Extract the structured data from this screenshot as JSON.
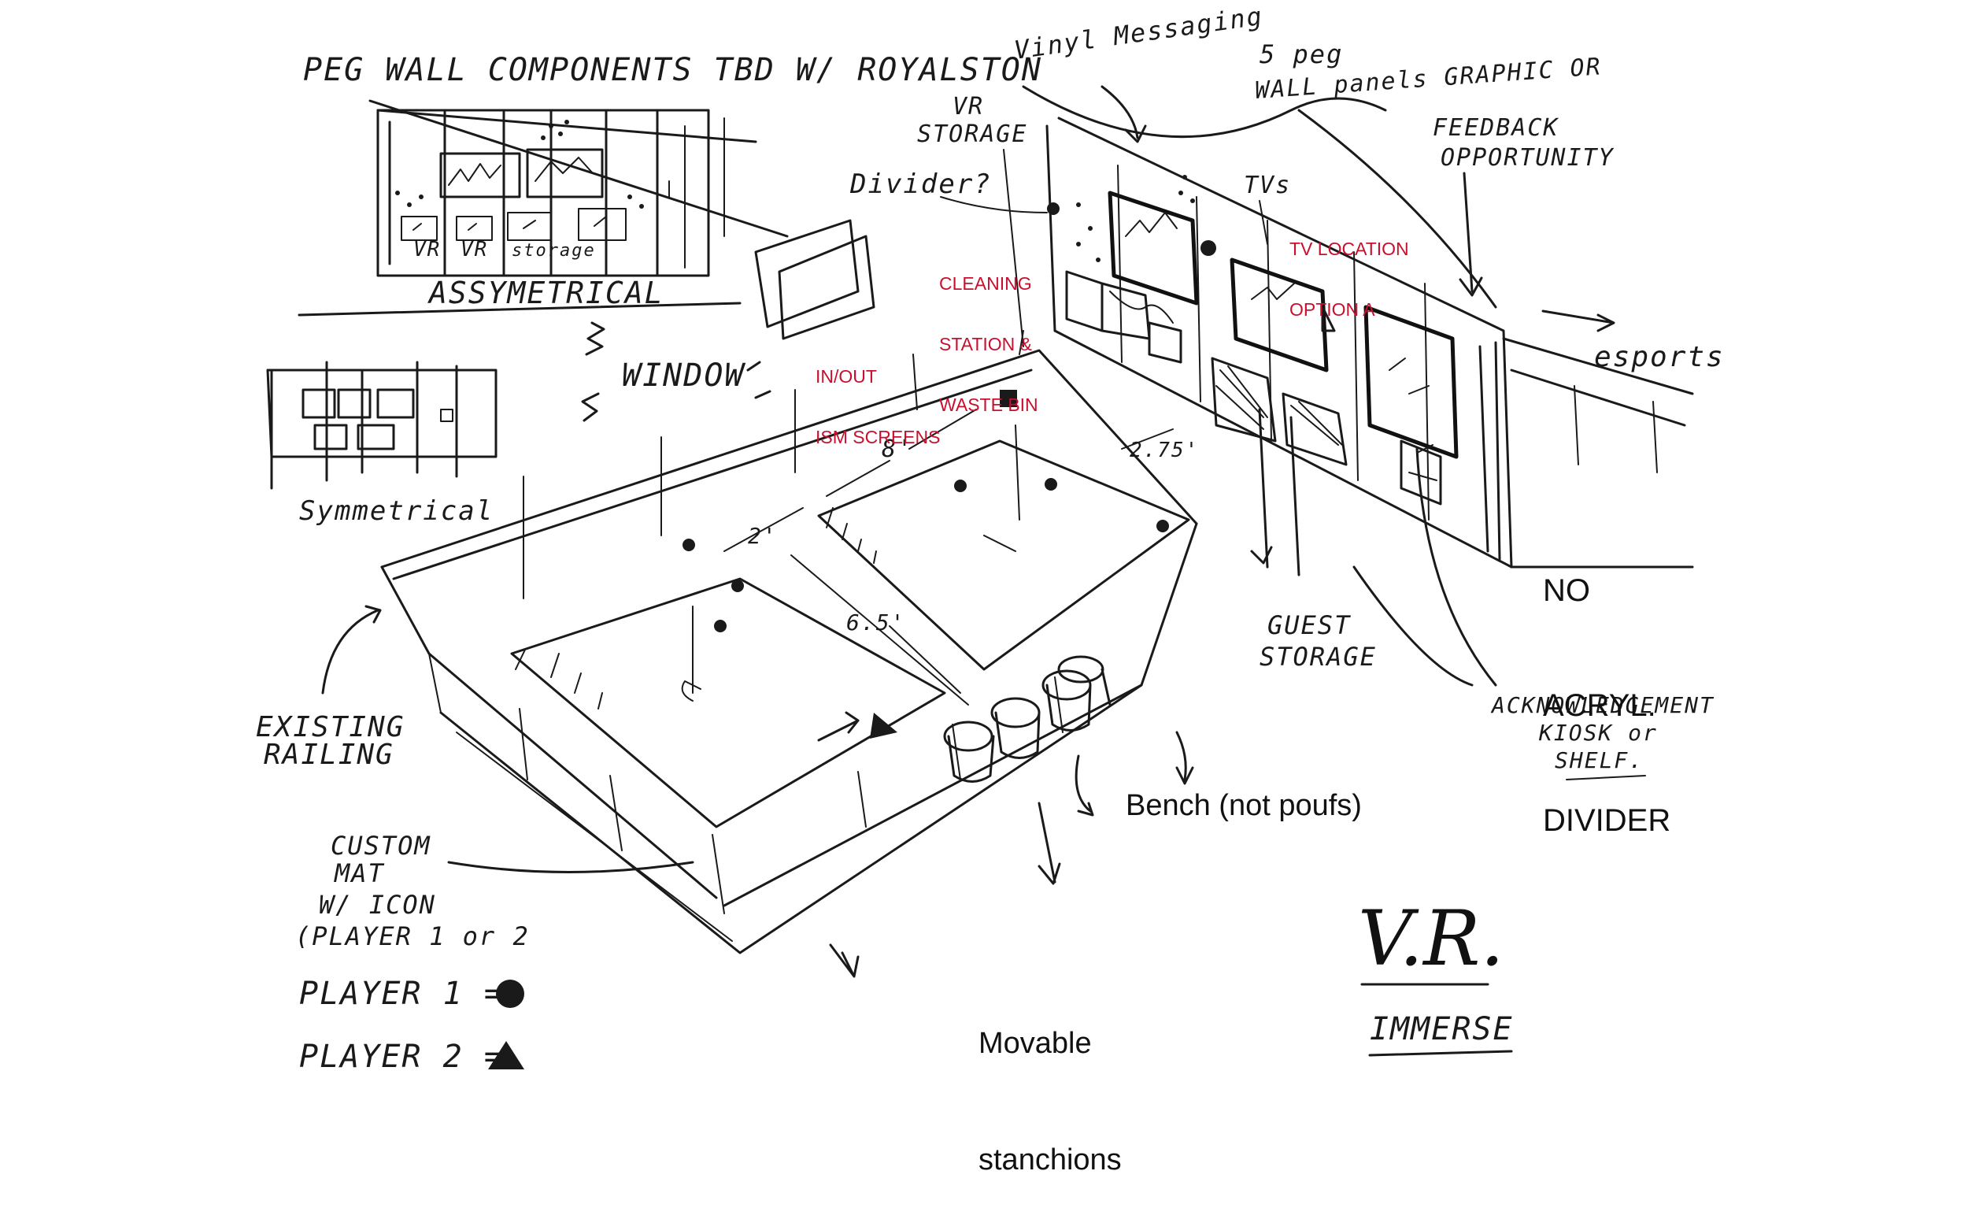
{
  "handwritten": {
    "pegwall_components": "PEG WALL COMPONENTS TBD W/ ROYALSTON",
    "asymmetrical": "ASSYMETRICAL",
    "vr_label_1": "VR",
    "vr_label_2": "VR",
    "storage_small": "storage",
    "symmetrical": "Symmetrical",
    "window": "WINDOW",
    "vr_storage_1": "VR",
    "vr_storage_2": "STORAGE",
    "divider_question": "Divider?",
    "vinyl_messaging": "Vinyl Messaging",
    "peg_panels_1": "5 peg",
    "peg_panels_2": "WALL panels GRAPHIC OR",
    "peg_panels_3": "FEEDBACK",
    "peg_panels_4": "OPPORTUNITY",
    "tvs": "TVs",
    "esports": "esports",
    "dim_8": "8'",
    "dim_2": "2'",
    "dim_65": "6.5'",
    "dim_275": "2.75'",
    "existing_railing_1": "EXISTING",
    "existing_railing_2": "RAILING",
    "guest_storage_1": "GUEST",
    "guest_storage_2": "STORAGE",
    "ack_kiosk_1": "ACKNOWLEDGEMENT",
    "ack_kiosk_2": "KIOSK or",
    "ack_kiosk_3": "SHELF.",
    "custom_mat_1": "CUSTOM",
    "custom_mat_2": "MAT",
    "custom_mat_3": "W/ ICON",
    "custom_mat_4": "(PLAYER 1 or 2",
    "player1": "PLAYER 1 =",
    "player2": "PLAYER 2 =",
    "vr_title": "V.R.",
    "immerse": "IMMERSE"
  },
  "typed": {
    "no_acryl_divider_1": "NO",
    "no_acryl_divider_2": "ACRYL.",
    "no_acryl_divider_3": "DIVIDER",
    "bench": "Bench (not poufs)",
    "movable_1": "Movable",
    "movable_2": "stanchions"
  },
  "red_notes": {
    "cleaning_1": "CLEANING",
    "cleaning_2": "STATION &",
    "cleaning_3": "WASTE BIN",
    "inout_1": "IN/OUT",
    "inout_2": "ISM SCREENS",
    "tv_location_1": "TV LOCATION",
    "tv_location_2": "OPTION A"
  },
  "colors": {
    "ink": "#1a1a1a",
    "red_note": "#c8102e",
    "paper": "#ffffff"
  },
  "icons": [
    "player-1-circle-icon",
    "player-2-triangle-icon"
  ]
}
